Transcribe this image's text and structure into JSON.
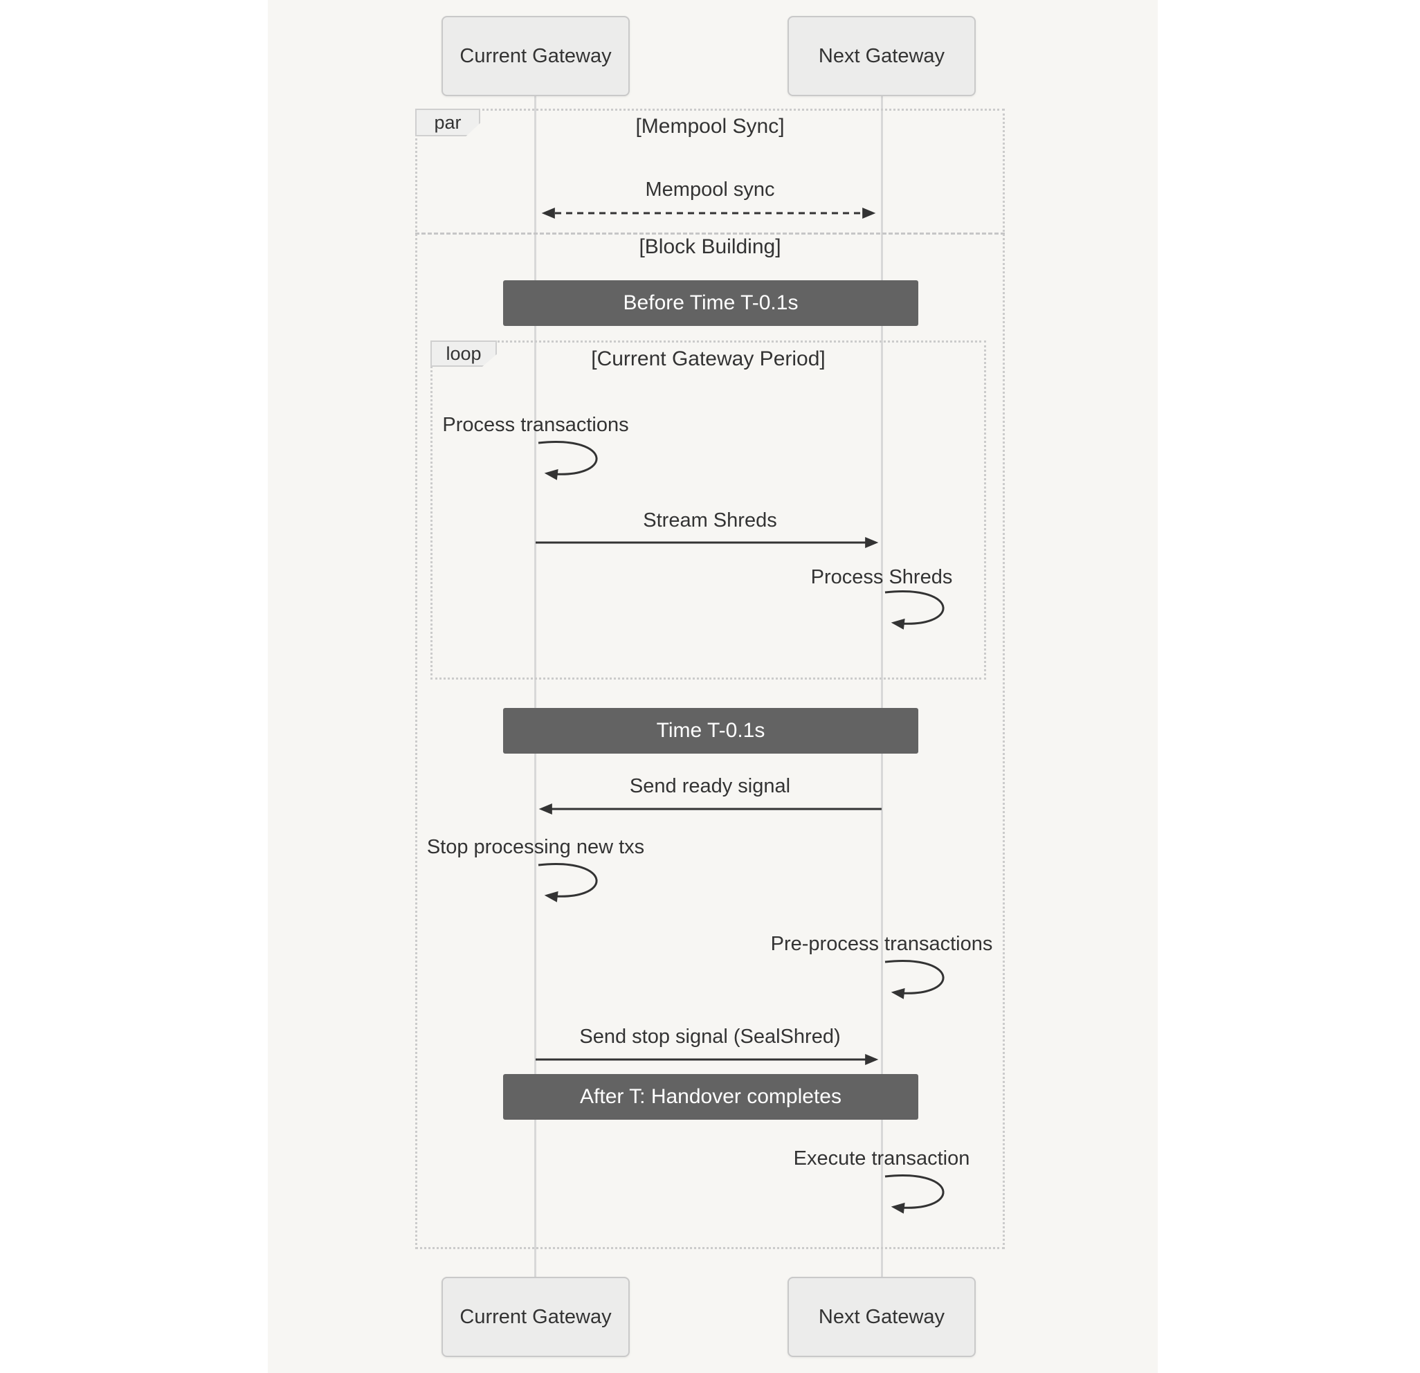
{
  "diagram": {
    "type": "sequence-diagram",
    "actors": [
      {
        "name": "Current Gateway"
      },
      {
        "name": "Next Gateway"
      }
    ],
    "par_frame": {
      "tag": "par",
      "sections": [
        {
          "label": "[Mempool Sync]"
        },
        {
          "label": "[Block Building]"
        }
      ]
    },
    "loop_frame": {
      "tag": "loop",
      "label": "[Current Gateway Period]"
    },
    "notes": [
      {
        "text": "Before Time T-0.1s"
      },
      {
        "text": "Time T-0.1s"
      },
      {
        "text": "After T: Handover completes"
      }
    ],
    "messages": [
      {
        "label": "Mempool sync",
        "from": "Current Gateway",
        "to": "Next Gateway",
        "line": "dashed",
        "direction": "bidirectional"
      },
      {
        "label": "Process transactions",
        "from": "Current Gateway",
        "to": "Current Gateway",
        "line": "solid",
        "direction": "self"
      },
      {
        "label": "Stream Shreds",
        "from": "Current Gateway",
        "to": "Next Gateway",
        "line": "solid",
        "direction": "right"
      },
      {
        "label": "Process Shreds",
        "from": "Next Gateway",
        "to": "Next Gateway",
        "line": "solid",
        "direction": "self"
      },
      {
        "label": "Send ready signal",
        "from": "Next Gateway",
        "to": "Current Gateway",
        "line": "solid",
        "direction": "left"
      },
      {
        "label": "Stop processing new txs",
        "from": "Current Gateway",
        "to": "Current Gateway",
        "line": "solid",
        "direction": "self"
      },
      {
        "label": "Pre-process transactions",
        "from": "Next Gateway",
        "to": "Next Gateway",
        "line": "solid",
        "direction": "self"
      },
      {
        "label": "Send stop signal (SealShred)",
        "from": "Current Gateway",
        "to": "Next Gateway",
        "line": "solid",
        "direction": "right"
      },
      {
        "label": "Execute transaction",
        "from": "Next Gateway",
        "to": "Next Gateway",
        "line": "solid",
        "direction": "self"
      }
    ],
    "colors": {
      "page_bg": "#ffffff",
      "canvas_bg": "#f7f6f3",
      "text": "#333333",
      "actor_bg": "#ececeb",
      "actor_border": "#c9c9c9",
      "lifeline": "#d8d8d8",
      "frame_border": "#cbcbcb",
      "note_bg": "#636363",
      "note_text": "#ffffff",
      "arrow": "#333333"
    }
  }
}
